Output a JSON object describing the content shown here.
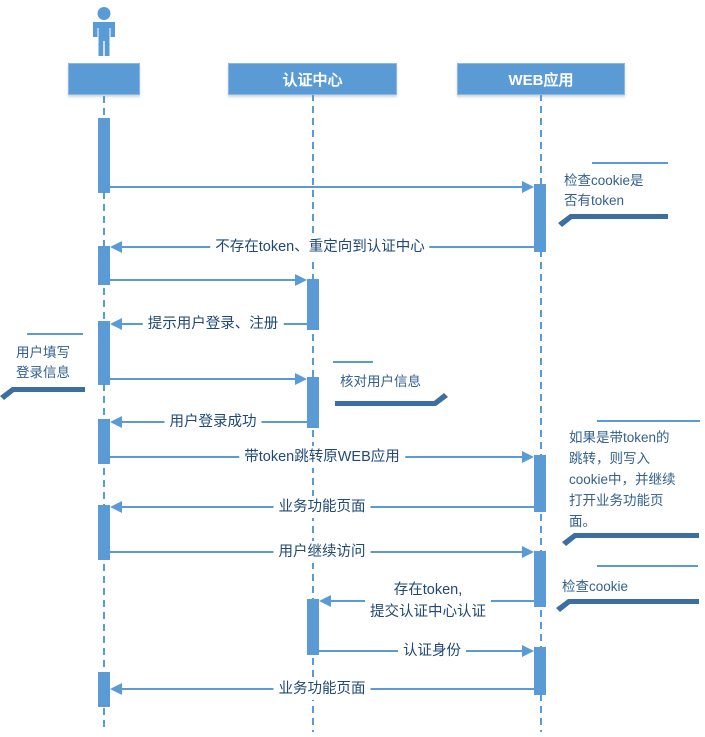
{
  "lifelines": [
    {
      "id": "user",
      "label": "",
      "icon": "actor-icon"
    },
    {
      "id": "auth",
      "label": "认证中心"
    },
    {
      "id": "web",
      "label": "WEB应用"
    }
  ],
  "messages": [
    {
      "id": "m1",
      "from": "user",
      "to": "web",
      "label": ""
    },
    {
      "id": "m2",
      "from": "web",
      "to": "user",
      "label": "不存在token、重定向到认证中心"
    },
    {
      "id": "m3",
      "from": "user",
      "to": "auth",
      "label": ""
    },
    {
      "id": "m4",
      "from": "auth",
      "to": "user",
      "label": "提示用户登录、注册"
    },
    {
      "id": "m5",
      "from": "user",
      "to": "auth",
      "label": ""
    },
    {
      "id": "m6",
      "from": "auth",
      "to": "user",
      "label": "用户登录成功"
    },
    {
      "id": "m7",
      "from": "user",
      "to": "web",
      "label": "带token跳转原WEB应用"
    },
    {
      "id": "m8",
      "from": "web",
      "to": "user",
      "label": "业务功能页面"
    },
    {
      "id": "m9",
      "from": "user",
      "to": "web",
      "label": "用户继续访问"
    },
    {
      "id": "m10",
      "from": "web",
      "to": "auth",
      "label": "存在token,\n提交认证中心认证"
    },
    {
      "id": "m11",
      "from": "auth",
      "to": "web",
      "label": "认证身份"
    },
    {
      "id": "m12",
      "from": "web",
      "to": "user",
      "label": "业务功能页面"
    }
  ],
  "notes": [
    {
      "id": "n1",
      "text": "检查cookie是\n否有token"
    },
    {
      "id": "n2",
      "text": "用户填写\n登录信息"
    },
    {
      "id": "n3",
      "text": "核对用户信息"
    },
    {
      "id": "n4",
      "text": "如果是带token的\n跳转，则写入\ncookie中，并继续\n打开业务功能页\n面。"
    },
    {
      "id": "n5",
      "text": "检查cookie"
    }
  ],
  "colors": {
    "primary": "#5B9BD5",
    "bracket": "#3C6E9F",
    "message_text": "#1F4874",
    "note_text": "#33608F"
  }
}
